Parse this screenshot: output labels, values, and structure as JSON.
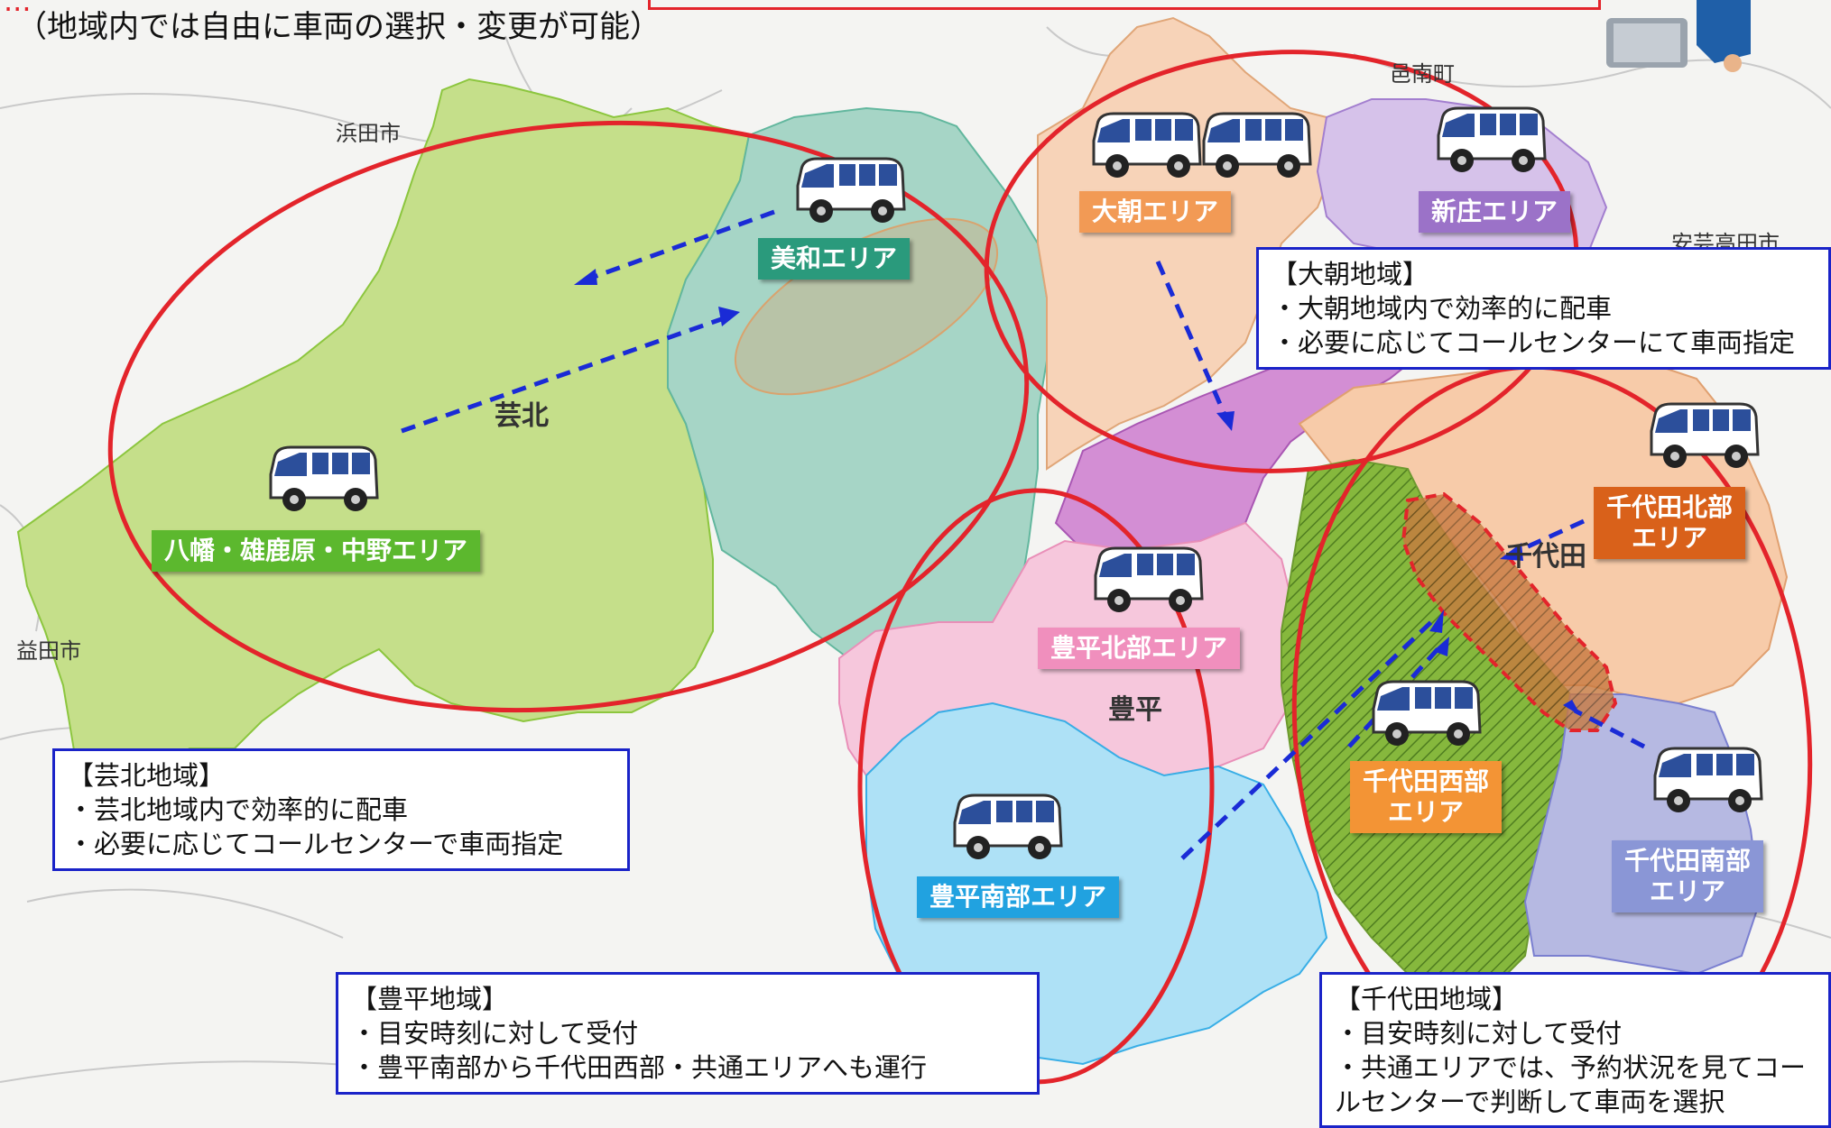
{
  "header": {
    "partial_title": "...",
    "subtitle": "（地域内では自由に車両の選択・変更が可能）"
  },
  "places": {
    "hamada": "浜田市",
    "masuda": "益田市",
    "ohnan": "邑南町",
    "akitakata": "安芸高田市"
  },
  "region_names": {
    "geihoku": "芸北",
    "toyohira": "豊平",
    "chiyoda": "千代田"
  },
  "areas": [
    {
      "id": "yawata",
      "label": "八幡・雄鹿原・中野エリア",
      "color": "#5cb82e"
    },
    {
      "id": "miwa",
      "label": "美和エリア",
      "color": "#2a9a7c"
    },
    {
      "id": "oasa",
      "label": "大朝エリア",
      "color": "#f29a55"
    },
    {
      "id": "shinjo",
      "label": "新庄エリア",
      "color": "#9b72c8"
    },
    {
      "id": "toyohira_north",
      "label": "豊平北部エリア",
      "color": "#f08fbd"
    },
    {
      "id": "toyohira_south",
      "label": "豊平南部エリア",
      "color": "#21a2e0"
    },
    {
      "id": "chiyoda_north",
      "label": "千代田北部\nエリア",
      "color": "#d9611a"
    },
    {
      "id": "chiyoda_west",
      "label": "千代田西部\nエリア",
      "color": "#f39435"
    },
    {
      "id": "chiyoda_south",
      "label": "千代田南部\nエリア",
      "color": "#8a96d6"
    }
  ],
  "info_boxes": [
    {
      "id": "oasa",
      "lines": [
        "【大朝地域】",
        "・大朝地域内で効率的に配車",
        "・必要に応じてコールセンターにて車両指定"
      ]
    },
    {
      "id": "geihoku",
      "lines": [
        "【芸北地域】",
        "・芸北地域内で効率的に配車",
        "・必要に応じてコールセンターで車両指定"
      ]
    },
    {
      "id": "toyohira",
      "lines": [
        "【豊平地域】",
        "・目安時刻に対して受付",
        "・豊平南部から千代田西部・共通エリアへも運行"
      ]
    },
    {
      "id": "chiyoda",
      "lines": [
        "【千代田地域】",
        "・目安時刻に対して受付",
        "・共通エリアでは、予約状況を見てコー",
        "ルセンターで判断して車両を選択"
      ]
    }
  ],
  "colors": {
    "circle": "#e3242b",
    "arrow": "#1a2bd6",
    "box_border": "#1a23c8"
  }
}
